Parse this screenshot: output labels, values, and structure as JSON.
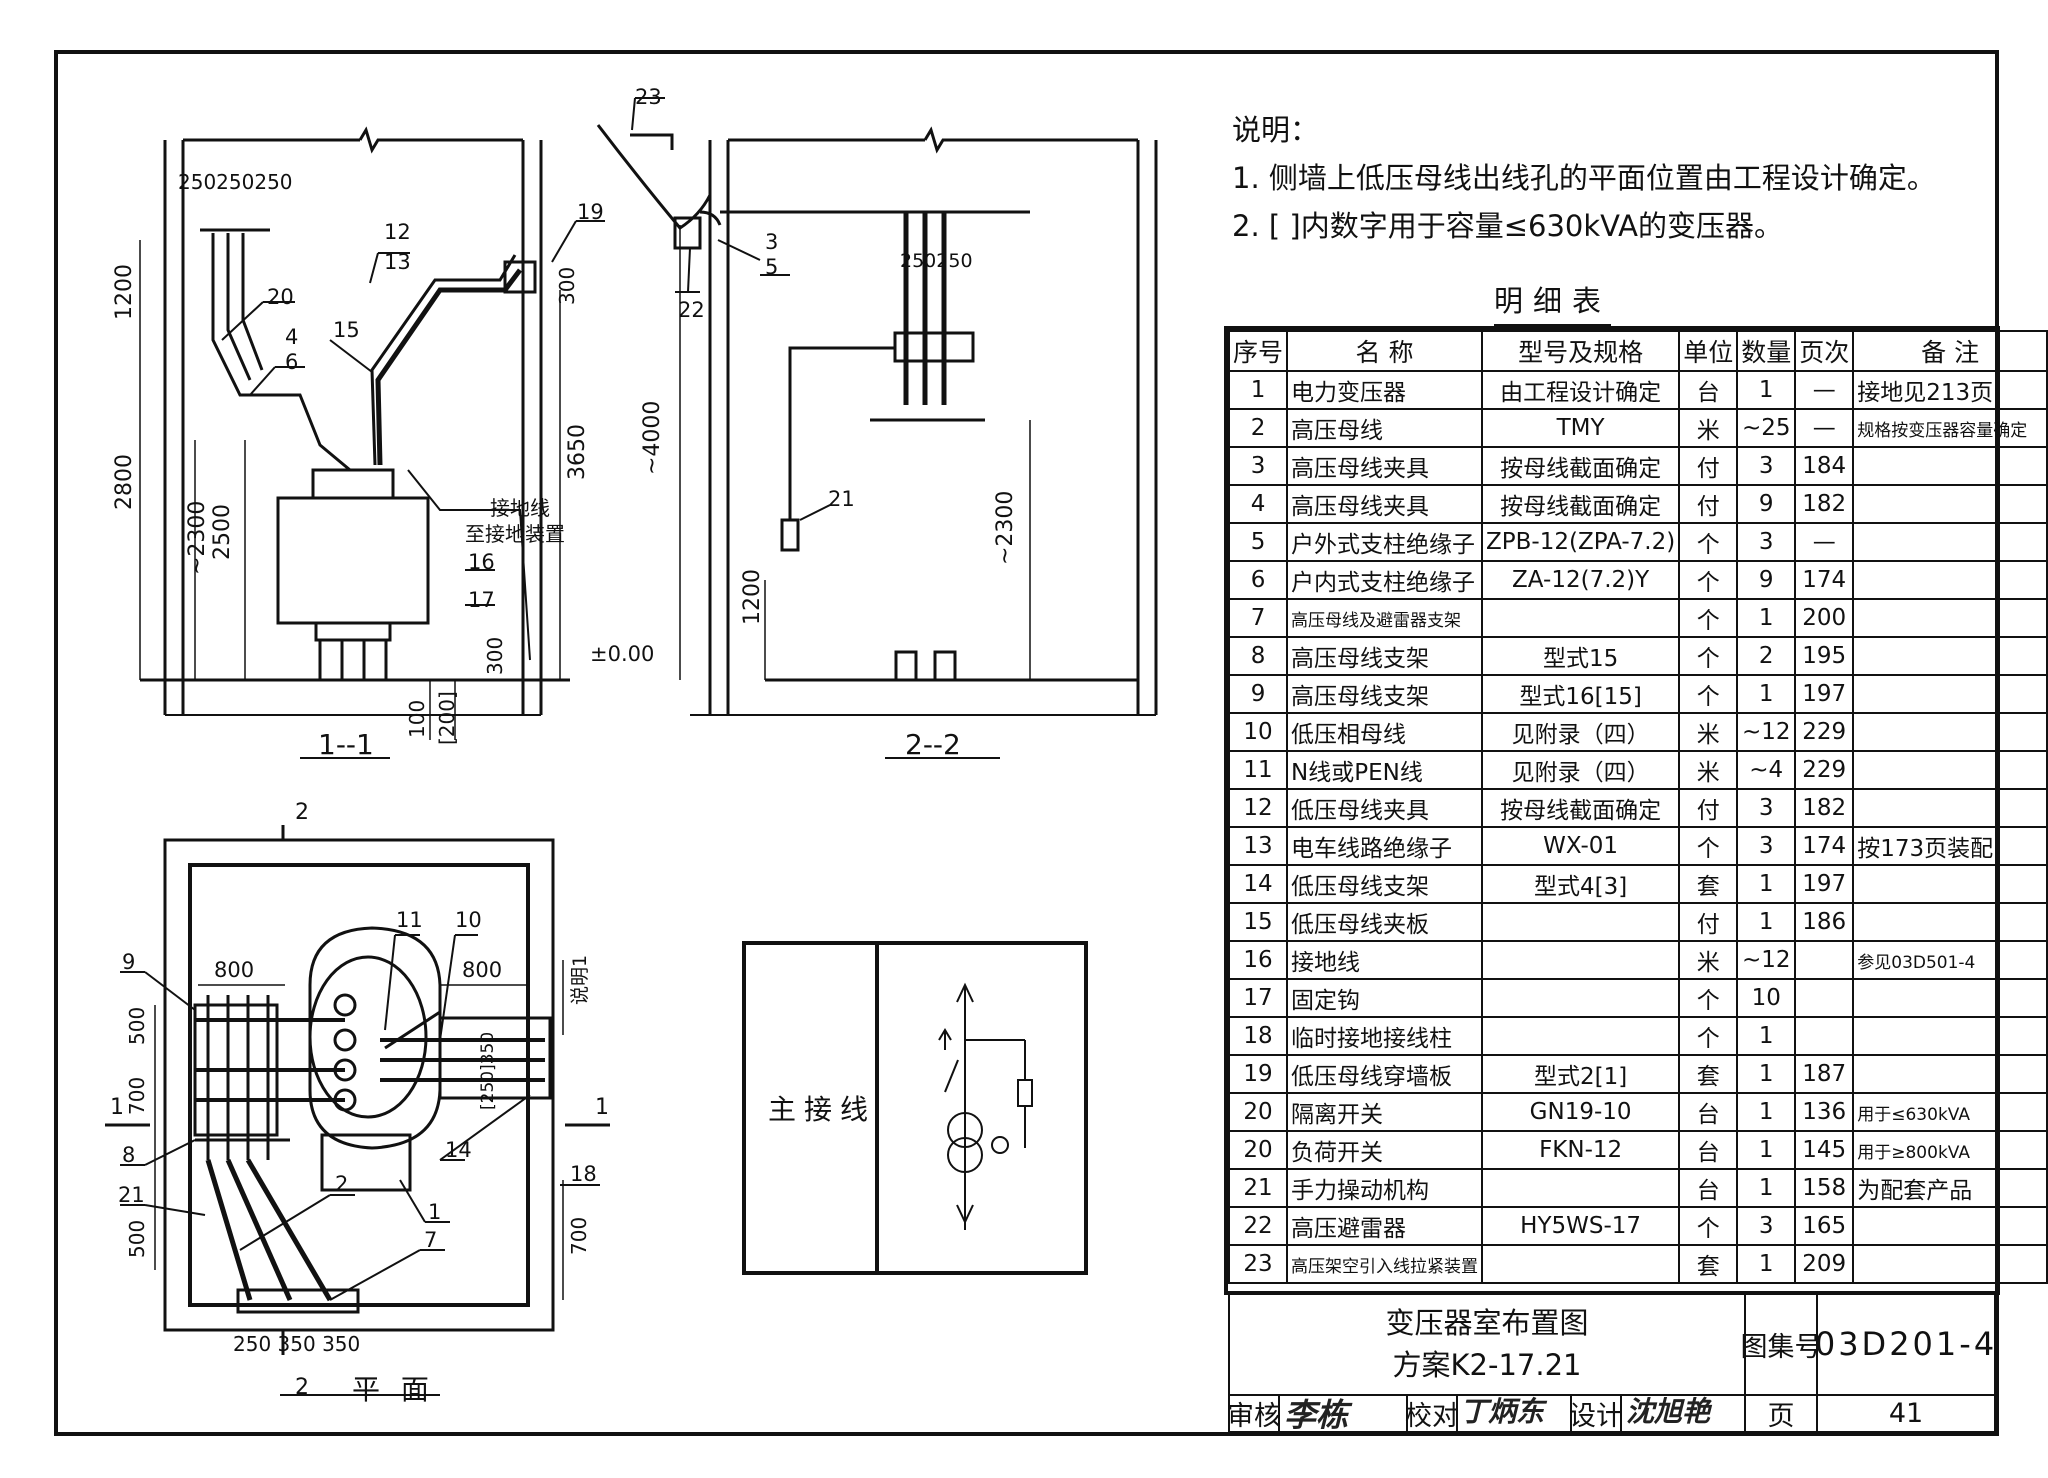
{
  "notes": {
    "heading": "说明：",
    "line1": "1. 侧墙上低压母线出线孔的平面位置由工程设计确定。",
    "line2": "2. [ ]内数字用于容量≤630kVA的变压器。"
  },
  "table_title": "明细表",
  "table": {
    "headers": [
      "序号",
      "名    称",
      "型号及规格",
      "单位",
      "数量",
      "页次",
      "备    注"
    ],
    "rows": [
      {
        "no": "1",
        "name": "电力变压器",
        "model": "由工程设计确定",
        "unit": "台",
        "qty": "1",
        "page": "—",
        "remark": "接地见213页"
      },
      {
        "no": "2",
        "name": "高压母线",
        "model": "TMY",
        "unit": "米",
        "qty": "~25",
        "page": "—",
        "remark": "规格按变压器容量确定"
      },
      {
        "no": "3",
        "name": "高压母线夹具",
        "model": "按母线截面确定",
        "unit": "付",
        "qty": "3",
        "page": "184",
        "remark": ""
      },
      {
        "no": "4",
        "name": "高压母线夹具",
        "model": "按母线截面确定",
        "unit": "付",
        "qty": "9",
        "page": "182",
        "remark": ""
      },
      {
        "no": "5",
        "name": "户外式支柱绝缘子",
        "model": "ZPB-12(ZPA-7.2)",
        "unit": "个",
        "qty": "3",
        "page": "—",
        "remark": ""
      },
      {
        "no": "6",
        "name": "户内式支柱绝缘子",
        "model": "ZA-12(7.2)Y",
        "unit": "个",
        "qty": "9",
        "page": "174",
        "remark": ""
      },
      {
        "no": "7",
        "name": "高压母线及避雷器支架",
        "model": "",
        "unit": "个",
        "qty": "1",
        "page": "200",
        "remark": ""
      },
      {
        "no": "8",
        "name": "高压母线支架",
        "model": "型式15",
        "unit": "个",
        "qty": "2",
        "page": "195",
        "remark": ""
      },
      {
        "no": "9",
        "name": "高压母线支架",
        "model": "型式16[15]",
        "unit": "个",
        "qty": "1",
        "page": "197",
        "remark": ""
      },
      {
        "no": "10",
        "name": "低压相母线",
        "model": "见附录（四）",
        "unit": "米",
        "qty": "~12",
        "page": "229",
        "remark": ""
      },
      {
        "no": "11",
        "name": "N线或PEN线",
        "model": "见附录（四）",
        "unit": "米",
        "qty": "~4",
        "page": "229",
        "remark": ""
      },
      {
        "no": "12",
        "name": "低压母线夹具",
        "model": "按母线截面确定",
        "unit": "付",
        "qty": "3",
        "page": "182",
        "remark": ""
      },
      {
        "no": "13",
        "name": "电车线路绝缘子",
        "model": "WX-01",
        "unit": "个",
        "qty": "3",
        "page": "174",
        "remark": "按173页装配"
      },
      {
        "no": "14",
        "name": "低压母线支架",
        "model": "型式4[3]",
        "unit": "套",
        "qty": "1",
        "page": "197",
        "remark": ""
      },
      {
        "no": "15",
        "name": "低压母线夹板",
        "model": "",
        "unit": "付",
        "qty": "1",
        "page": "186",
        "remark": ""
      },
      {
        "no": "16",
        "name": "接地线",
        "model": "",
        "unit": "米",
        "qty": "~12",
        "page": "",
        "remark": "参见03D501-4"
      },
      {
        "no": "17",
        "name": "固定钩",
        "model": "",
        "unit": "个",
        "qty": "10",
        "page": "",
        "remark": ""
      },
      {
        "no": "18",
        "name": "临时接地接线柱",
        "model": "",
        "unit": "个",
        "qty": "1",
        "page": "",
        "remark": ""
      },
      {
        "no": "19",
        "name": "低压母线穿墙板",
        "model": "型式2[1]",
        "unit": "套",
        "qty": "1",
        "page": "187",
        "remark": ""
      },
      {
        "no": "20",
        "name": "隔离开关",
        "model": "GN19-10",
        "unit": "台",
        "qty": "1",
        "page": "136",
        "remark": "用于≤630kVA"
      },
      {
        "no": "20",
        "name": "负荷开关",
        "model": "FKN-12",
        "unit": "台",
        "qty": "1",
        "page": "145",
        "remark": "用于≥800kVA"
      },
      {
        "no": "21",
        "name": "手力操动机构",
        "model": "",
        "unit": "台",
        "qty": "1",
        "page": "158",
        "remark": "为配套产品"
      },
      {
        "no": "22",
        "name": "高压避雷器",
        "model": "HY5WS-17",
        "unit": "个",
        "qty": "3",
        "page": "165",
        "remark": ""
      },
      {
        "no": "23",
        "name": "高压架空引入线拉紧装置",
        "model": "",
        "unit": "套",
        "qty": "1",
        "page": "209",
        "remark": ""
      }
    ]
  },
  "title_block": {
    "drawing_name": "变压器室布置图",
    "scheme": "方案K2-17.21",
    "atlas_label": "图集号",
    "atlas_no": "03D201-4",
    "page_label": "页",
    "page_no": "41",
    "review_label": "审核",
    "review_sig": "李栋",
    "check_label": "校对",
    "check_sig": "丁炳东",
    "design_label": "设计",
    "design_sig": "沈旭艳"
  },
  "views": {
    "section1_caption": "1--1",
    "section2_caption": "2--2",
    "plan_caption": "平  面",
    "main_wiring": "主接线"
  },
  "section1": {
    "dims_top": "250250250",
    "dim_1200": "1200",
    "dim_2800": "2800",
    "dim_2300": "~2300",
    "dim_2500": "2500",
    "dim_3650": "3650",
    "dim_300a": "300",
    "dim_300b": "300",
    "dim_100": "100",
    "dim_200": "[200]",
    "elev": "±0.00",
    "ground_line": "接地线",
    "ground_to": "至接地装置",
    "tags": [
      "12",
      "13",
      "19",
      "20",
      "4",
      "6",
      "15",
      "16",
      "17"
    ]
  },
  "section2": {
    "dim_4000": "~4000",
    "dim_2300": "~2300",
    "dim_1200": "1200",
    "dims_top": "250250",
    "tags": [
      "23",
      "3",
      "5",
      "22",
      "21"
    ]
  },
  "plan": {
    "dim_800a": "800",
    "dim_800b": "800",
    "dim_500a": "500",
    "dim_700a": "700",
    "dim_500b": "500",
    "dim_700b": "700",
    "dim_bottom": "250 350 350",
    "dim_mid": "[250]350",
    "note_ref": "说明1",
    "sec_2_top": "2",
    "sec_2_bot": "2",
    "sec_1_left": "1",
    "sec_1_right": "1",
    "tags": [
      "9",
      "11",
      "10",
      "8",
      "21",
      "14",
      "2",
      "1",
      "7",
      "18"
    ]
  }
}
